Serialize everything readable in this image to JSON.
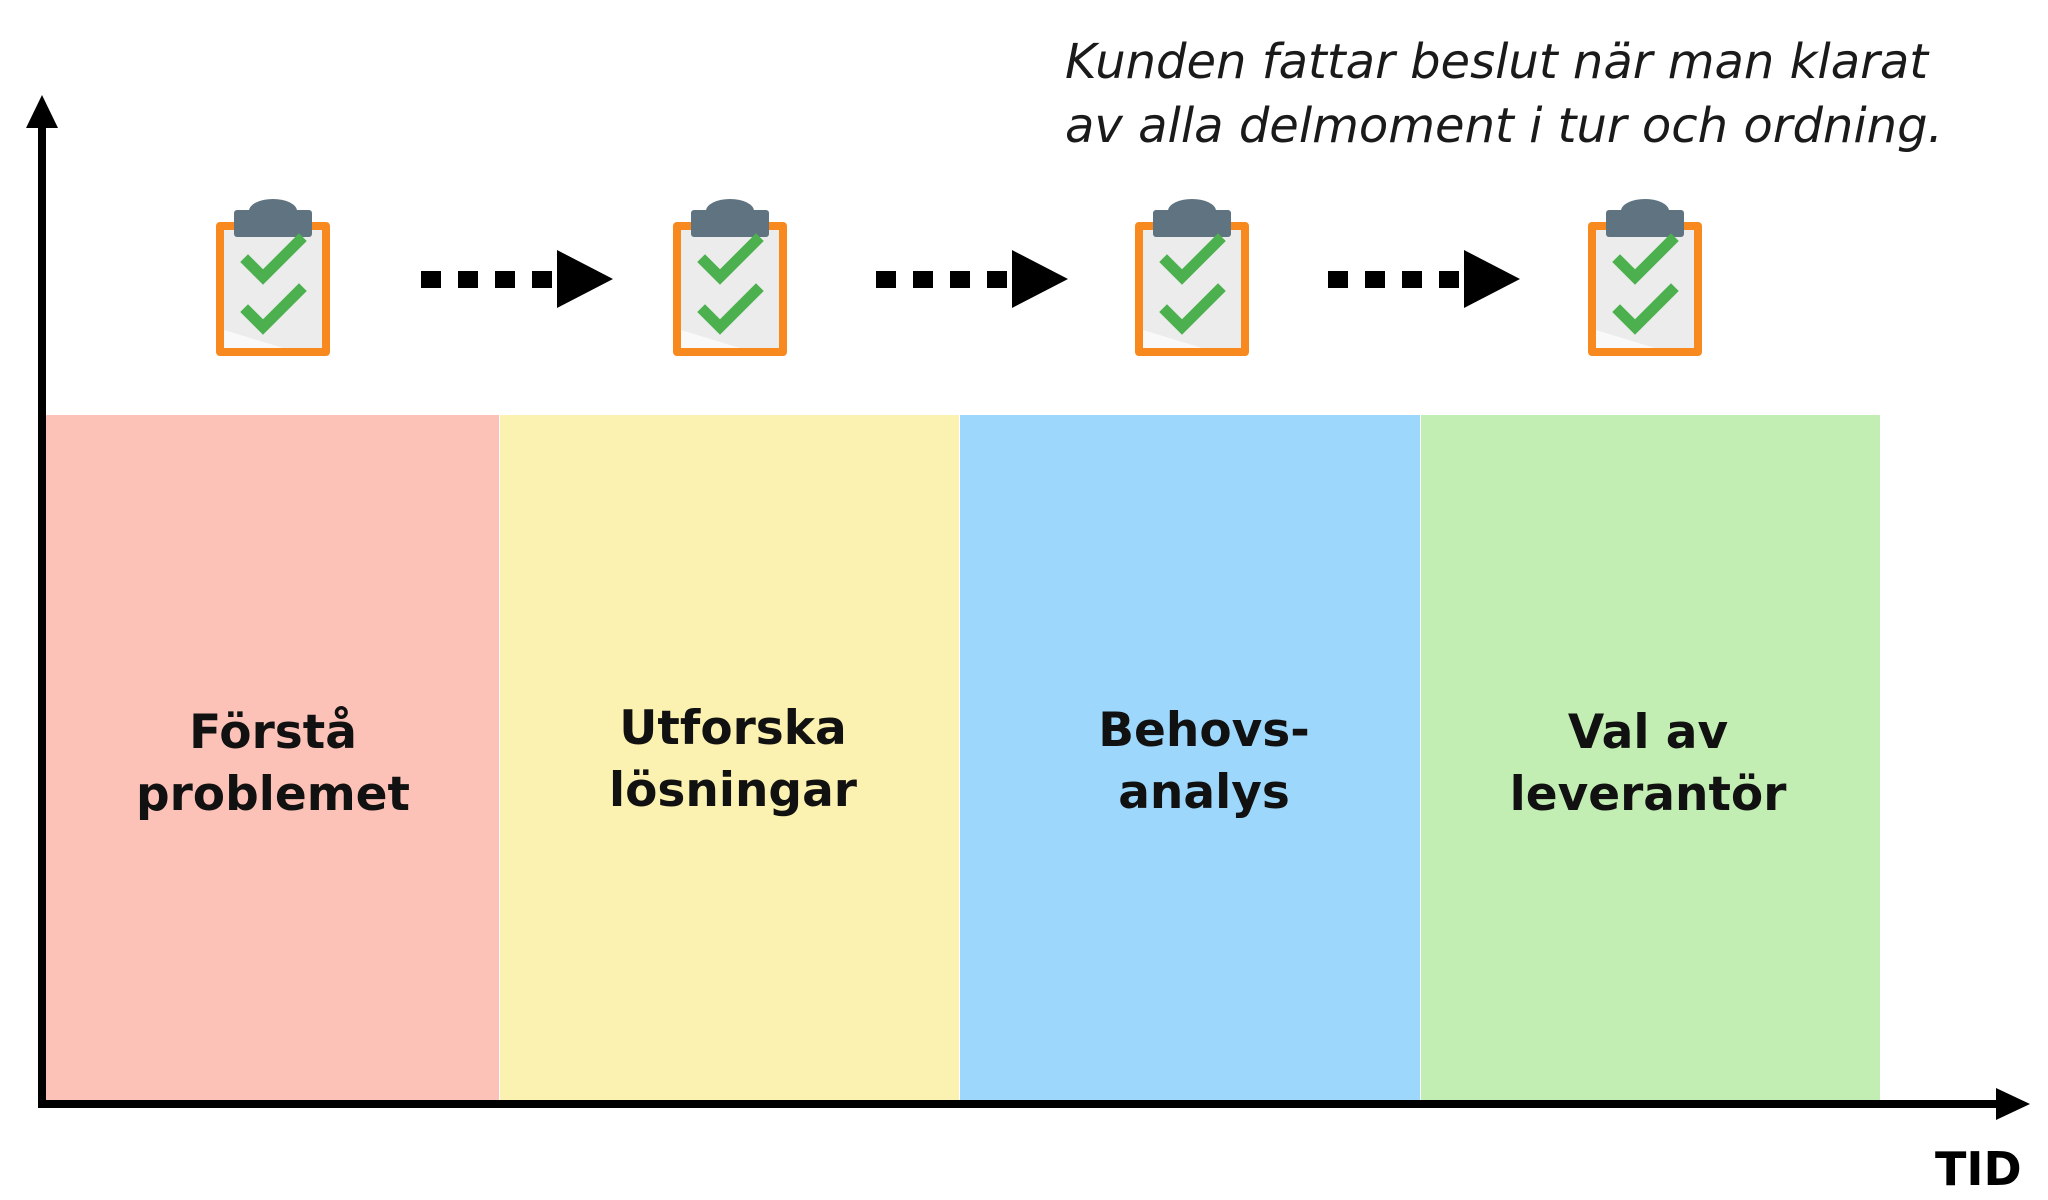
{
  "note": {
    "lines": [
      "Kunden fattar beslut när man klarat",
      "av alla delmoment i tur och ordning."
    ]
  },
  "axis": {
    "x_label": "TID"
  },
  "stages": [
    {
      "id": "forsta",
      "lines": [
        "Förstå",
        "problemet"
      ],
      "color": "#fcc2b8",
      "icon": "clipboard-check-icon"
    },
    {
      "id": "utforska",
      "lines": [
        "Utforska",
        "lösningar"
      ],
      "color": "#fbf1b0",
      "icon": "clipboard-check-icon"
    },
    {
      "id": "behovsanalys",
      "lines": [
        "Behovs-",
        "analys"
      ],
      "color": "#9dd8fc",
      "icon": "clipboard-check-icon"
    },
    {
      "id": "val",
      "lines": [
        "Val av",
        "leverantör"
      ],
      "color": "#c2edb3",
      "icon": "clipboard-check-icon"
    }
  ],
  "colors": {
    "clipboard_border": "#f7891e",
    "clipboard_paper": "#ececec",
    "clipboard_clip": "#5f7480",
    "check": "#4cb04f",
    "arrows": "#000000"
  }
}
